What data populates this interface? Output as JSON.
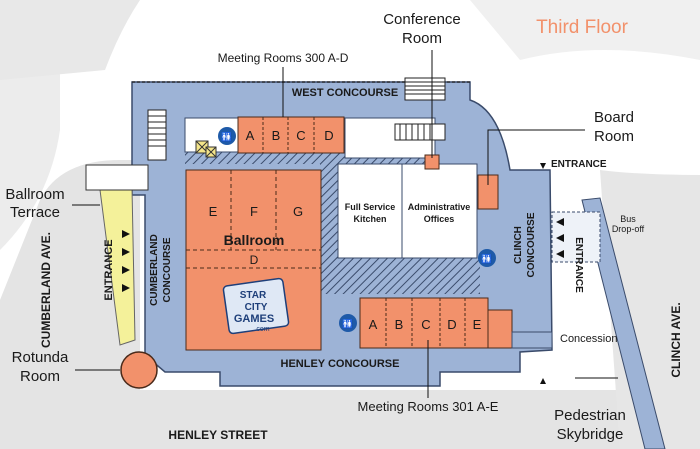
{
  "floor_title": "Third Floor",
  "colors": {
    "concourse": "#9db3d6",
    "concourse_stroke": "#3a4b6b",
    "room": "#f2916b",
    "room_stroke": "#4a2a1a",
    "terrace": "#f4f19a",
    "street": "#e6e6e6",
    "title": "#f2916b"
  },
  "streets": {
    "henley": "HENLEY STREET",
    "cumberland": "CUMBERLAND AVE.",
    "clinch": "CLINCH AVE."
  },
  "concourses": {
    "west": "WEST CONCOURSE",
    "henley": "HENLEY CONCOURSE",
    "cumberland_1": "CUMBERLAND",
    "cumberland_2": "CONCOURSE",
    "clinch_1": "CLINCH",
    "clinch_2": "CONCOURSE"
  },
  "entrances": {
    "west_side": "ENTRANCE",
    "top_right": "ENTRANCE",
    "right_side": "ENTRANCE"
  },
  "callouts": {
    "ballroom_terrace_1": "Ballroom",
    "ballroom_terrace_2": "Terrace",
    "rotunda_1": "Rotunda",
    "rotunda_2": "Room",
    "conference_1": "Conference",
    "conference_2": "Room",
    "board_1": "Board",
    "board_2": "Room",
    "meeting_300": "Meeting Rooms 300 A-D",
    "meeting_301": "Meeting Rooms 301 A-E",
    "concession": "Concession",
    "pedestrian_1": "Pedestrian",
    "pedestrian_2": "Skybridge",
    "bus_1": "Bus",
    "bus_2": "Drop-off"
  },
  "rooms_300": [
    "A",
    "B",
    "C",
    "D"
  ],
  "rooms_301": [
    "A",
    "B",
    "C",
    "D",
    "E"
  ],
  "ballroom": {
    "label": "Ballroom",
    "sections": [
      "E",
      "F",
      "G"
    ],
    "section_d": "D"
  },
  "kitchen": {
    "line1": "Full Service",
    "line2": "Kitchen"
  },
  "offices": {
    "line1": "Administrative",
    "line2": "Offices"
  },
  "logo": {
    "line1": "STAR",
    "line2": "CITY",
    "line3": "GAMES",
    "sub": ".com"
  }
}
